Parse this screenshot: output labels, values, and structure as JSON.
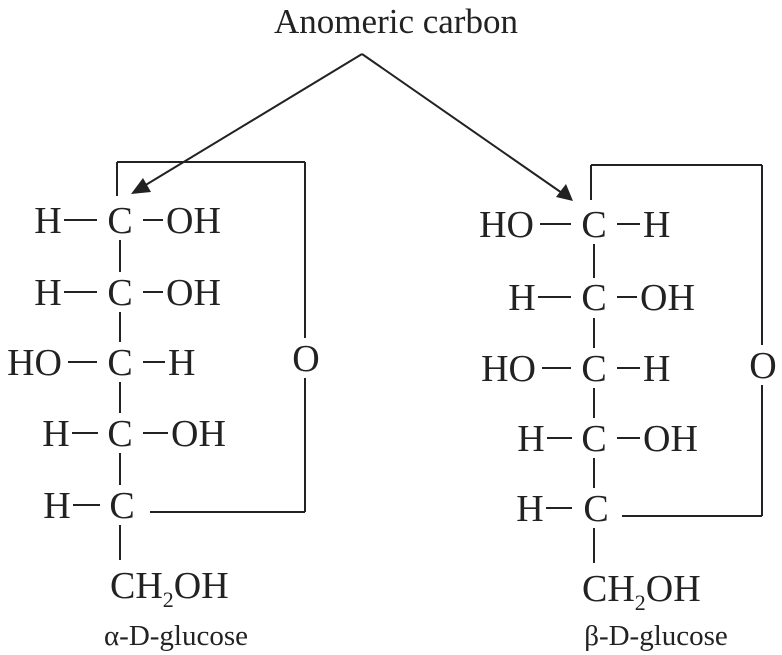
{
  "title": "Anomeric carbon",
  "structures": [
    {
      "caption": "α-D-glucose",
      "ring_oxygen": "O",
      "rows": [
        {
          "left": "H",
          "center": "C",
          "right": "OH"
        },
        {
          "left": "H",
          "center": "C",
          "right": "OH"
        },
        {
          "left": "HO",
          "center": "C",
          "right": "H"
        },
        {
          "left": "H",
          "center": "C",
          "right": "OH"
        },
        {
          "left": "H",
          "center": "C",
          "right": ""
        }
      ],
      "bottom": {
        "main": "CH",
        "subscript": "2",
        "tail": "OH"
      }
    },
    {
      "caption": "β-D-glucose",
      "ring_oxygen": "O",
      "rows": [
        {
          "left": "HO",
          "center": "C",
          "right": "H"
        },
        {
          "left": "H",
          "center": "C",
          "right": "OH"
        },
        {
          "left": "HO",
          "center": "C",
          "right": "H"
        },
        {
          "left": "H",
          "center": "C",
          "right": "OH"
        },
        {
          "left": "H",
          "center": "C",
          "right": ""
        }
      ],
      "bottom": {
        "main": "CH",
        "subscript": "2",
        "tail": "OH"
      }
    }
  ]
}
